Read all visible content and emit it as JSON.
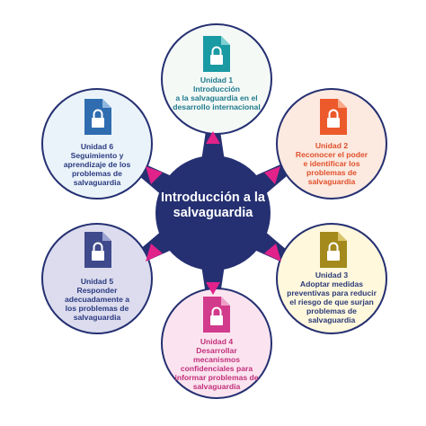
{
  "center": {
    "title": "Introducción a la\nsalvaguardia",
    "color": "#253072"
  },
  "nodes": [
    {
      "id": "unidad-1",
      "text": "Unidad 1\nIntroducción\na la salvaguardia en el\ndesarrollo internacional",
      "accent": "#1a9aa3",
      "fill": "#f4f9f6",
      "text_color": "#1f7a8c",
      "icon": "lock-document-icon"
    },
    {
      "id": "unidad-2",
      "text": "Unidad 2\nReconocer el poder\ne identificar los\nproblemas de\nsalvaguardia",
      "accent": "#ec5a2c",
      "fill": "#fce9e0",
      "text_color": "#e0502a",
      "icon": "lock-document-icon"
    },
    {
      "id": "unidad-3",
      "text": "Unidad 3\nAdoptar medidas\npreventivas para reducir\nel riesgo de que surjan\nproblemas de\nsalvaguardia",
      "accent": "#a48a1c",
      "fill": "#fff8dc",
      "text_color": "#2c3a78",
      "icon": "lock-document-icon"
    },
    {
      "id": "unidad-4",
      "text": "Unidad 4\nDesarrollar\nmecanismos\nconfidenciales para\ninformar problemas de\nsalvaguardia",
      "accent": "#d23a8c",
      "fill": "#fbe4ef",
      "text_color": "#c2307c",
      "icon": "lock-document-icon"
    },
    {
      "id": "unidad-5",
      "text": "Unidad 5\nResponder\nadecuadamente a\nlos problemas de\nsalvaguardia",
      "accent": "#3f4a8c",
      "fill": "#dcdcee",
      "text_color": "#2a3a80",
      "icon": "lock-document-icon"
    },
    {
      "id": "unidad-6",
      "text": "Unidad 6\nSeguimiento y\naprendizaje de los\nproblemas de\nsalvaguardia",
      "accent": "#2f6db0",
      "fill": "#eaf3f9",
      "text_color": "#2a3a80",
      "icon": "lock-document-icon"
    }
  ],
  "colors": {
    "ring": "#253072",
    "pointer": "#e0228a"
  }
}
